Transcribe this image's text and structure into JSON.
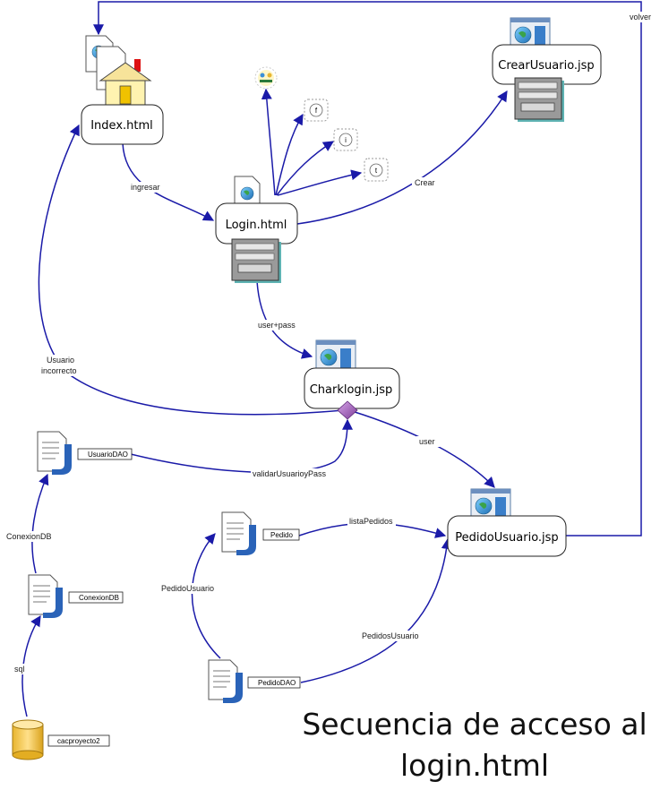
{
  "nodes": {
    "index": "Index.html",
    "login": "Login.html",
    "crear_usuario": "CrearUsuario.jsp",
    "charklogin": "Charklogin.jsp",
    "pedido_usuario": "PedidoUsuario.jsp"
  },
  "social_icons": {
    "facebook": "f",
    "info": "i",
    "twitter": "t"
  },
  "files": {
    "usuario_dao": "UsuarioDAO",
    "conexion_db": "ConexionDB",
    "pedido": "Pedido",
    "pedido_dao": "PedidoDAO",
    "database": "cacproyecto2"
  },
  "edges": {
    "volver": "volver",
    "ingresar": "ingresar",
    "crear": "Crear",
    "user_pass": "user+pass",
    "usuario_incorrecto_1": "Usuario",
    "usuario_incorrecto_2": "incorrecto",
    "user": "user",
    "validar": "validarUsuarioyPass",
    "conexion_db": "ConexionDB",
    "sql": "sql",
    "lista_pedidos": "listaPedidos",
    "pedido_usuario": "PedidoUsuario",
    "pedidos_usuario": "PedidosUsuario"
  },
  "title": {
    "line1": "Secuencia de acceso al",
    "line2": "login.html"
  },
  "colors": {
    "arrow": "#1a1aa8",
    "decision": "#9b59b6",
    "db": "#f2c94c",
    "java": "#2a63b8"
  }
}
